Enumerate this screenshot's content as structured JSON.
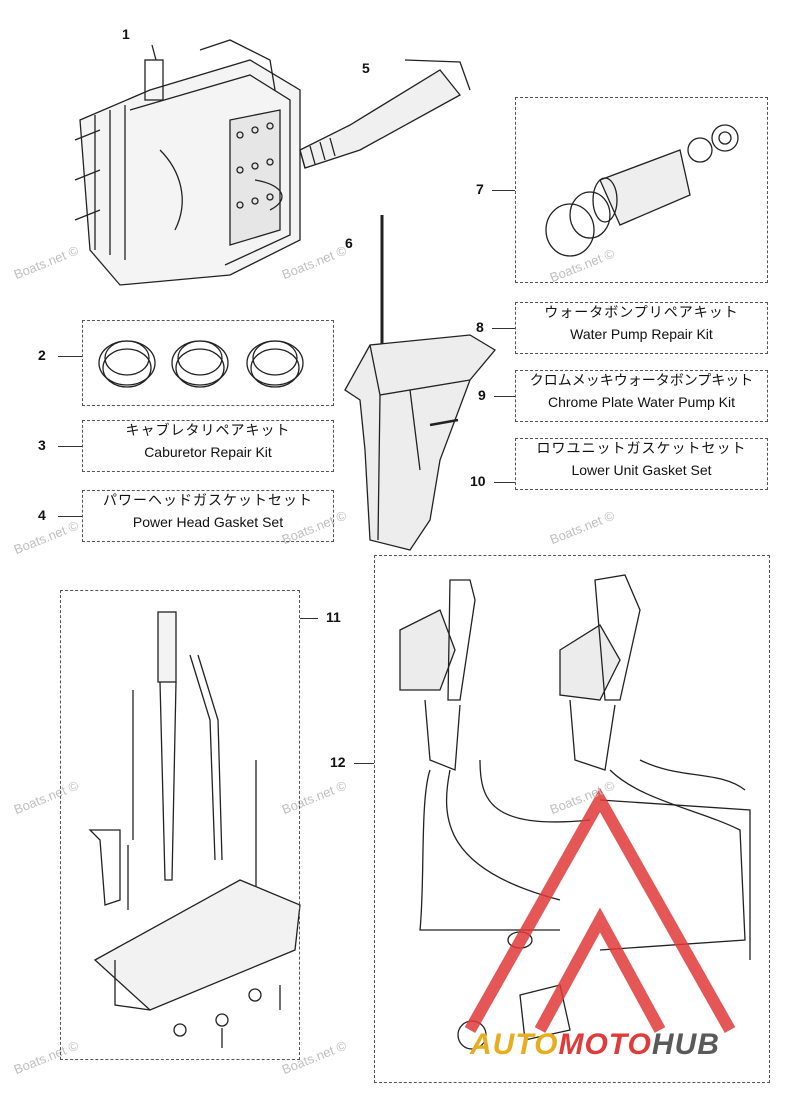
{
  "watermark_text": "Boats.net ©",
  "brand": {
    "part1": "AUTO",
    "part2": "MOTO",
    "part3": "HUB",
    "color1": "#e8ad1c",
    "color2": "#e03a3a",
    "color3": "#5a5a5a",
    "logo_color": "#e03a3a"
  },
  "parts": [
    {
      "num": "1"
    },
    {
      "num": "2"
    },
    {
      "num": "3"
    },
    {
      "num": "4"
    },
    {
      "num": "5"
    },
    {
      "num": "6"
    },
    {
      "num": "7"
    },
    {
      "num": "8"
    },
    {
      "num": "9"
    },
    {
      "num": "10"
    },
    {
      "num": "11"
    },
    {
      "num": "12"
    }
  ],
  "kits": {
    "k3": {
      "jp": "キャブレタリペアキット",
      "en": "Caburetor Repair Kit"
    },
    "k4": {
      "jp": "パワーヘッドガスケットセット",
      "en": "Power Head Gasket Set"
    },
    "k8": {
      "jp": "ウォータボンプリペアキット",
      "en": "Water Pump Repair Kit"
    },
    "k9": {
      "jp": "クロムメッキウォータボンプキット",
      "en": "Chrome Plate Water Pump Kit"
    },
    "k10": {
      "jp": "ロワユニットガスケットセット",
      "en": "Lower Unit Gasket Set"
    }
  }
}
